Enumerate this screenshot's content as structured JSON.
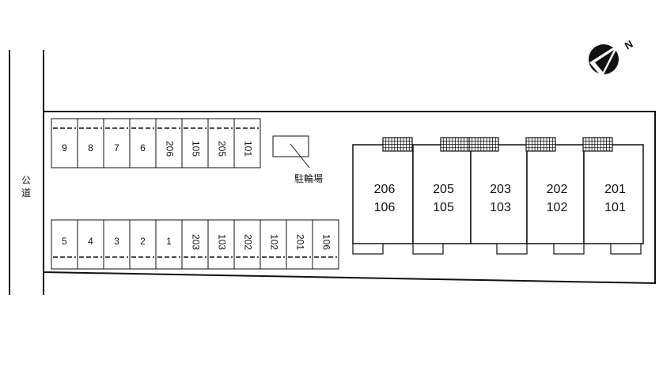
{
  "road": {
    "label": "公道"
  },
  "bicycle_parking": {
    "label": "駐輪場"
  },
  "parking_top": [
    "9",
    "8",
    "7",
    "6",
    "206",
    "105",
    "205",
    "101"
  ],
  "parking_bottom": [
    "5",
    "4",
    "3",
    "2",
    "1",
    "203",
    "103",
    "202",
    "102",
    "201",
    "106"
  ],
  "buildings": [
    {
      "upper": "206",
      "lower": "106"
    },
    {
      "upper": "205",
      "lower": "105"
    },
    {
      "upper": "203",
      "lower": "103"
    },
    {
      "upper": "202",
      "lower": "102"
    },
    {
      "upper": "201",
      "lower": "101"
    }
  ],
  "compass": {
    "label": "N"
  },
  "colors": {
    "line": "#111111",
    "background": "#ffffff"
  }
}
